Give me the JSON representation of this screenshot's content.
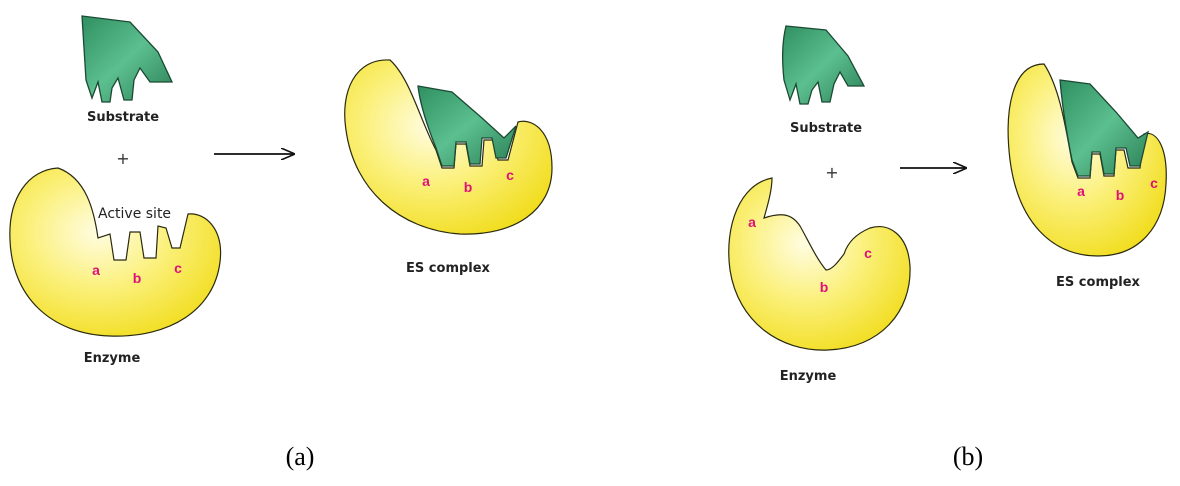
{
  "panel_a": {
    "substrate_label": "Substrate",
    "plus": "+",
    "active_site_label": "Active site",
    "enzyme_label": "Enzyme",
    "complex_label": "ES complex",
    "site_a": "a",
    "site_b": "b",
    "site_c": "c",
    "caption": "(a)"
  },
  "panel_b": {
    "substrate_label": "Substrate",
    "plus": "+",
    "enzyme_label": "Enzyme",
    "complex_label": "ES complex",
    "site_a": "a",
    "site_b": "b",
    "site_c": "c",
    "caption": "(b)"
  },
  "colors": {
    "enzyme_yellow": "#f4e21c",
    "enzyme_highlight": "#fffde0",
    "substrate_green": "#3aa070",
    "substrate_dark": "#1e6e4a",
    "site_label_pink": "#e0107a"
  }
}
